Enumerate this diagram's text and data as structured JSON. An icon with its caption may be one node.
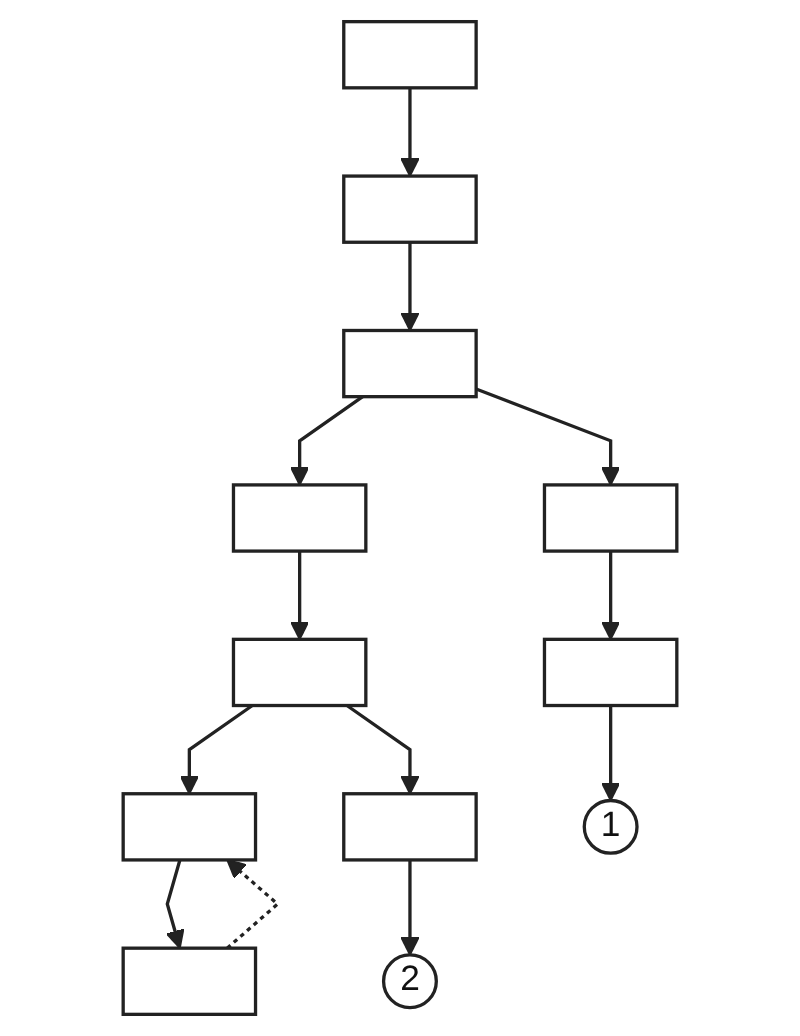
{
  "diagram": {
    "nodes": [
      {
        "text": [],
        "shape": "box"
      },
      {
        "text": [],
        "shape": "box"
      },
      {
        "text": [],
        "shape": "box"
      },
      {
        "text": [],
        "shape": "box"
      },
      {
        "text": [],
        "shape": "box"
      },
      {
        "text": [],
        "shape": "box"
      },
      {
        "text": [],
        "shape": "box"
      },
      {
        "text": [],
        "shape": "box"
      },
      {
        "text": [
          "1"
        ]
      },
      {
        "text": [],
        "shape": "box"
      },
      {
        "text": [
          "2"
        ]
      },
      {
        "text": [],
        "shape": "box"
      }
    ],
    "edges": [
      {
        "from": 0,
        "to": 1,
        "arrow": "to"
      },
      {
        "from": 1,
        "to": 2,
        "arrow": "to"
      },
      {
        "from": 2,
        "to": 3,
        "arrow": "to"
      },
      {
        "from": 3,
        "to": 4,
        "arrow": "to"
      },
      {
        "from": 4,
        "to": 5,
        "arrow": "to"
      },
      {
        "from": 2,
        "to": 6,
        "arrow": "to"
      },
      {
        "from": 6,
        "to": 7,
        "arrow": "to"
      },
      {
        "from": 7,
        "to": 8,
        "arrow": "to"
      },
      {
        "from": 4,
        "to": 9,
        "arrow": "to"
      },
      {
        "from": 9,
        "to": 10,
        "arrow": "to"
      },
      {
        "from": 5,
        "to": 11,
        "arrow": "to"
      },
      {
        "from": 11,
        "to": 5,
        "arrow": "to",
        "style": "dashed"
      }
    ]
  }
}
